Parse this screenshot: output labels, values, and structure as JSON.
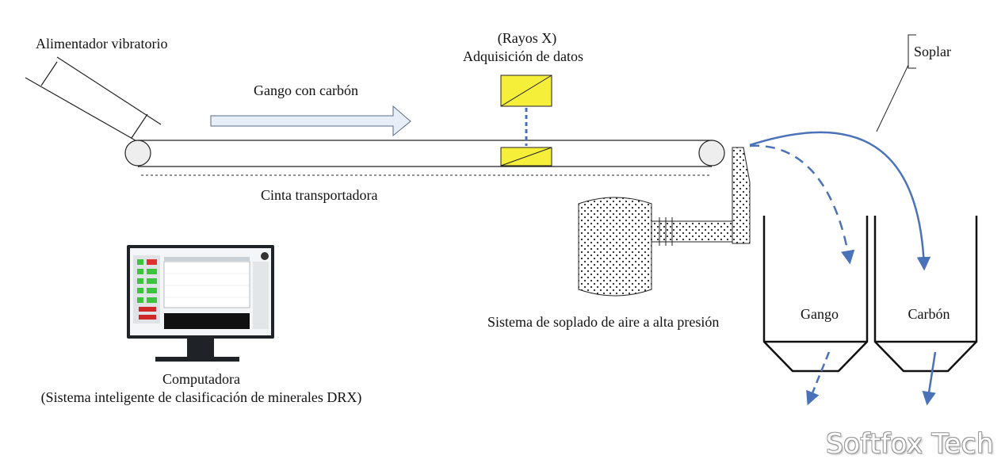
{
  "labels": {
    "feeder": "Alimentador vibratorio",
    "gangue_flow": "Gango con carbón",
    "xray": "(Rayos X)",
    "acquisition": "Adquisición de datos",
    "conveyor": "Cinta transportadora",
    "blow": "Soplar",
    "air_system": "Sistema de soplado de aire a alta presión",
    "bin_gangue": "Gango",
    "bin_coal": "Carbón",
    "computer": "Computadora",
    "computer_desc": "(Sistema inteligente de clasificación de minerales DRX)"
  },
  "watermark": "Softfox Tech",
  "colors": {
    "line": "#222222",
    "arrow_blue": "#4a72b8",
    "sensor_yellow": "#f5ef3a",
    "flow_arrow_fill": "#e8eef7",
    "flow_arrow_stroke": "#5a6b86"
  }
}
